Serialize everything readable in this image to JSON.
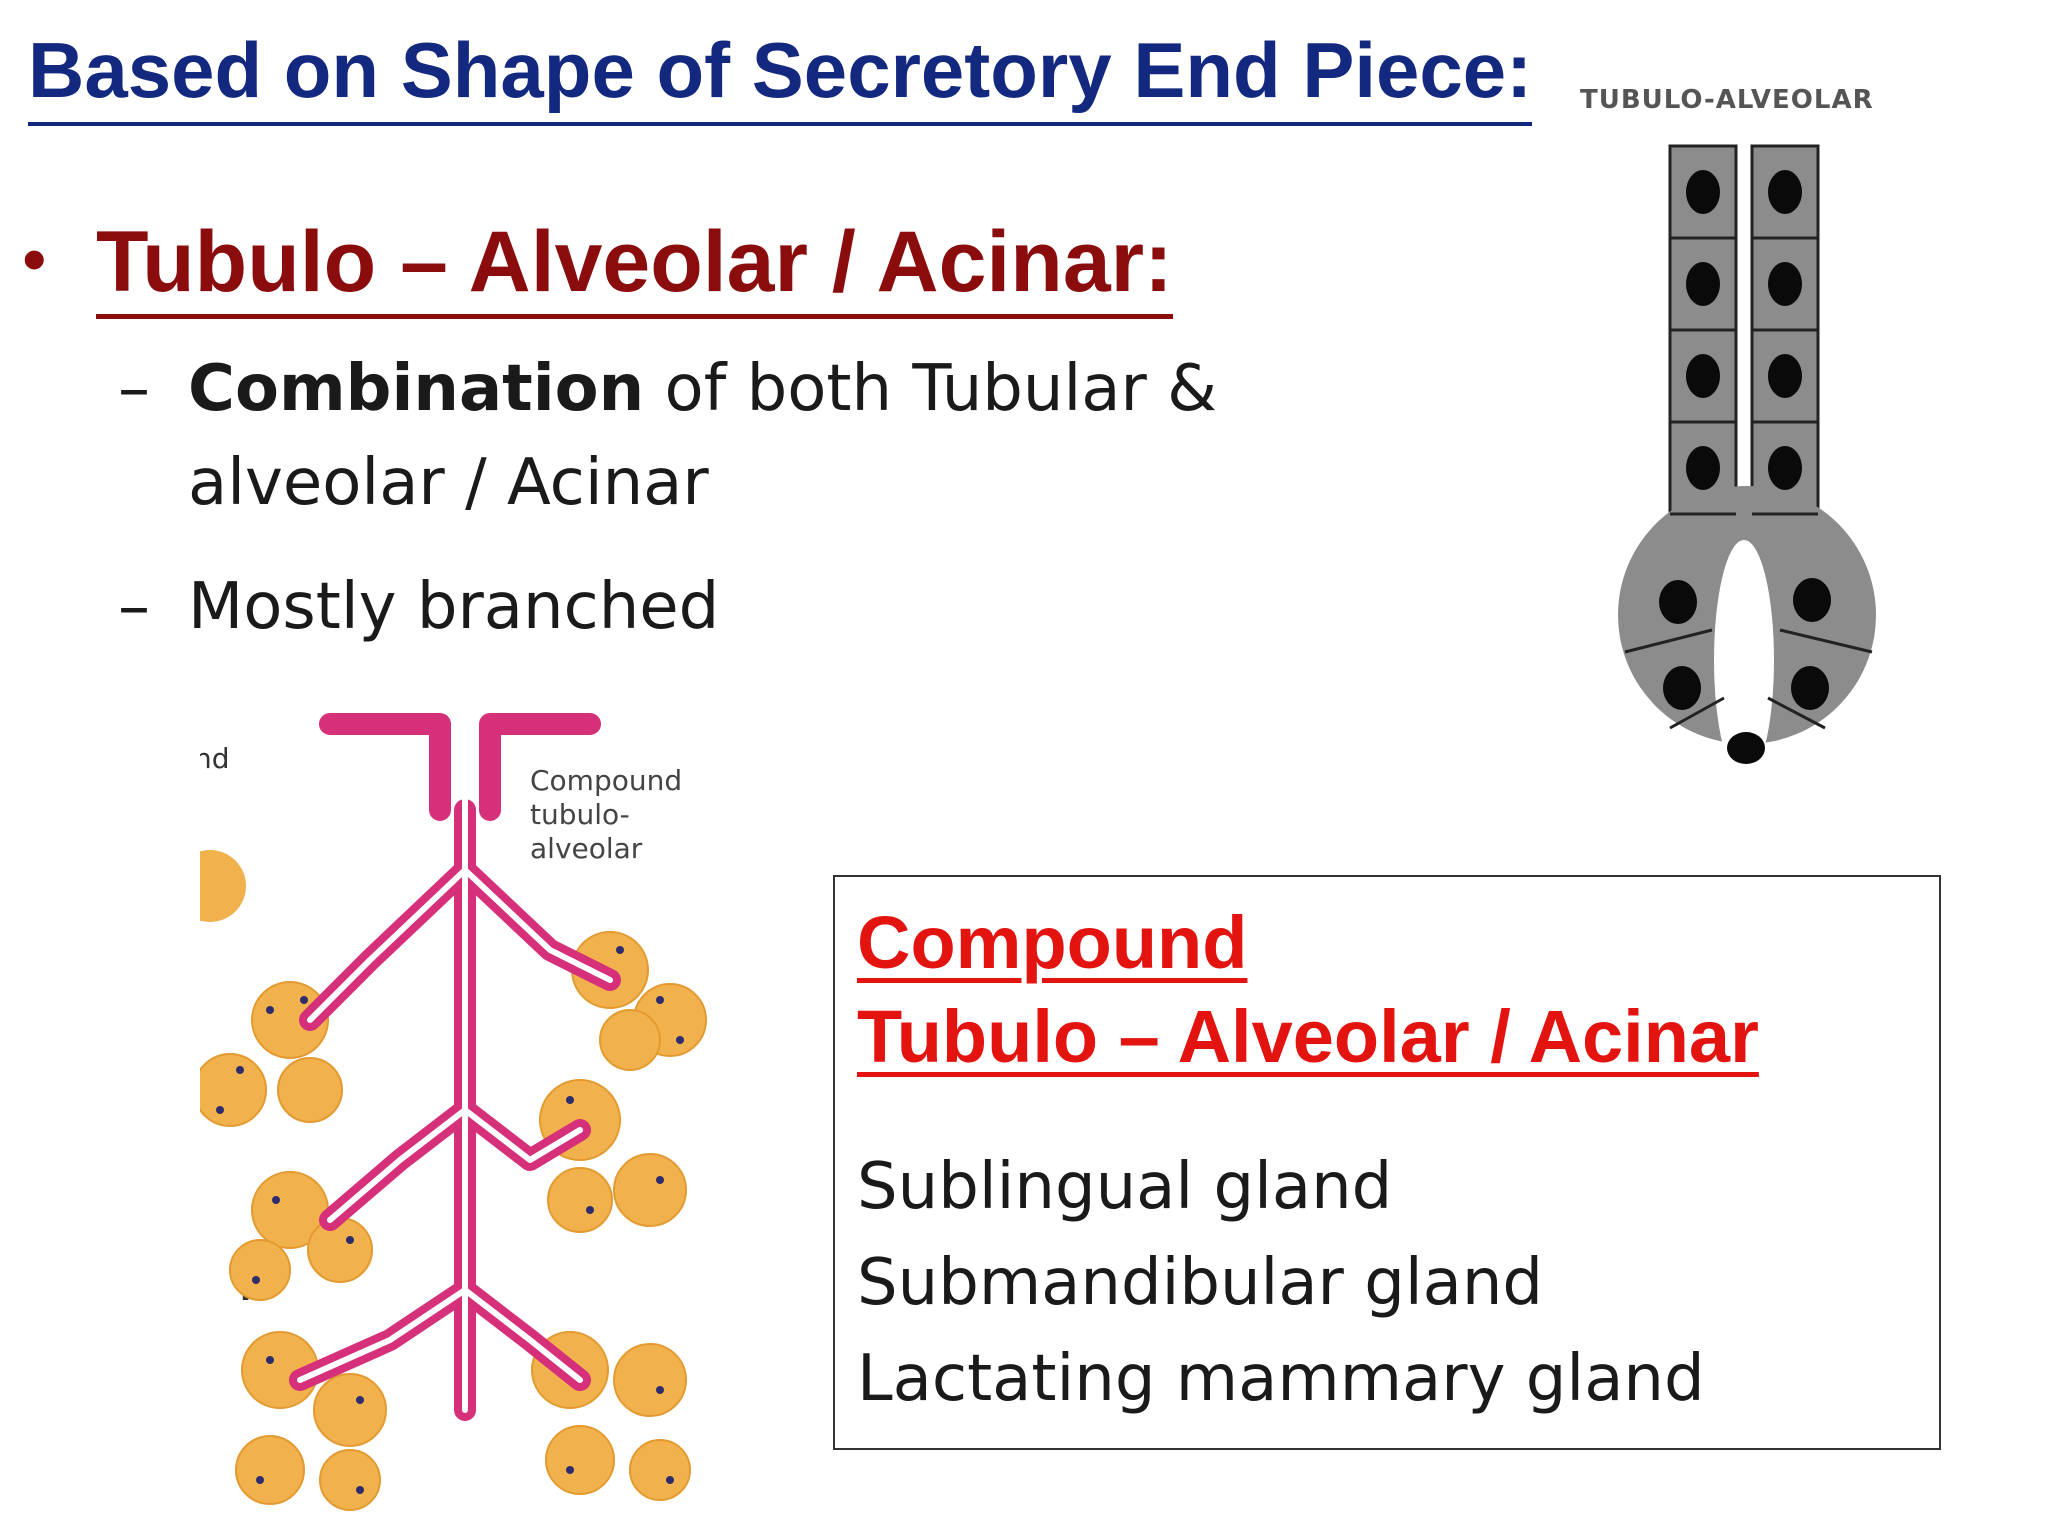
{
  "title": "Based on Shape of Secretory End Piece:",
  "bullet": {
    "marker": "•",
    "heading": "Tubulo – Alveolar / Acinar:",
    "dash": "–",
    "points": [
      {
        "lead": "Combination",
        "rest": " of both Tubular &",
        "continuation": "alveolar / Acinar"
      },
      {
        "text": "Mostly branched"
      }
    ]
  },
  "right_diagram": {
    "label": "TUBULO-ALVEOLAR"
  },
  "left_diagram": {
    "label_lines": [
      "Compound",
      "tubulo-",
      "alveolar"
    ],
    "partial_label": "nd",
    "letter": "K"
  },
  "box": {
    "heading_lines": [
      "Compound",
      "Tubulo – Alveolar / Acinar"
    ],
    "examples": [
      "Sublingual gland",
      "Submandibular gland",
      "Lactating mammary gland"
    ]
  },
  "colors": {
    "title": "#13287f",
    "heading": "#8a0c0c",
    "box_heading": "#e3130f",
    "duct": "#d6307a",
    "acinus": "#f1b14d",
    "nucleus": "#2d2d6e",
    "cell_gray": "#8c8c8c"
  }
}
